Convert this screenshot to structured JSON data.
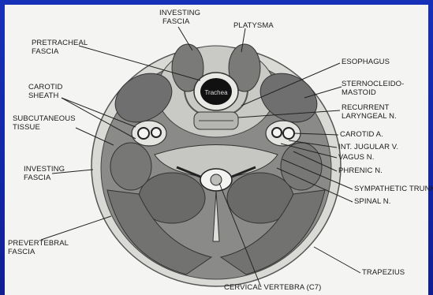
{
  "figure": {
    "title": "",
    "center_text": "Trachea"
  },
  "labels": {
    "investing_fascia_top": [
      "INVESTING",
      "FASCIA"
    ],
    "platysma": "PLATYSMA",
    "pretracheal_fascia": [
      "PRETRACHEAL",
      "FASCIA"
    ],
    "esophagus": "ESOPHAGUS",
    "sternocleidomastoid": [
      "STERNOCLEIDO-",
      "MASTOID"
    ],
    "carotid_sheath": [
      "CAROTID",
      "SHEATH"
    ],
    "recurrent_laryngeal": [
      "RECURRENT",
      "LARYNGEAL N."
    ],
    "subcutaneous_tissue": [
      "SUBCUTANEOUS",
      "TISSUE"
    ],
    "carotid_a": "CAROTID  A.",
    "int_jugular_v": "INT. JUGULAR V.",
    "vagus_n": "VAGUS N.",
    "investing_fascia_left": [
      "INVESTING",
      "FASCIA"
    ],
    "phrenic_n": "PHRENIC N.",
    "sympathetic_trunk": "SYMPATHETIC TRUNK",
    "spinal_n": "SPINAL N.",
    "prevertebral_fascia": [
      "PREVERTEBRAL",
      "FASCIA"
    ],
    "trapezius": "TRAPEZIUS",
    "cervical_vertebra": "CERVICAL VERTEBRA (C7)"
  },
  "colors": {
    "background": "#1326a6",
    "panel": "#f4f4f2",
    "muscle": "#6f6f6f",
    "trachea_lumen": "#111111"
  }
}
